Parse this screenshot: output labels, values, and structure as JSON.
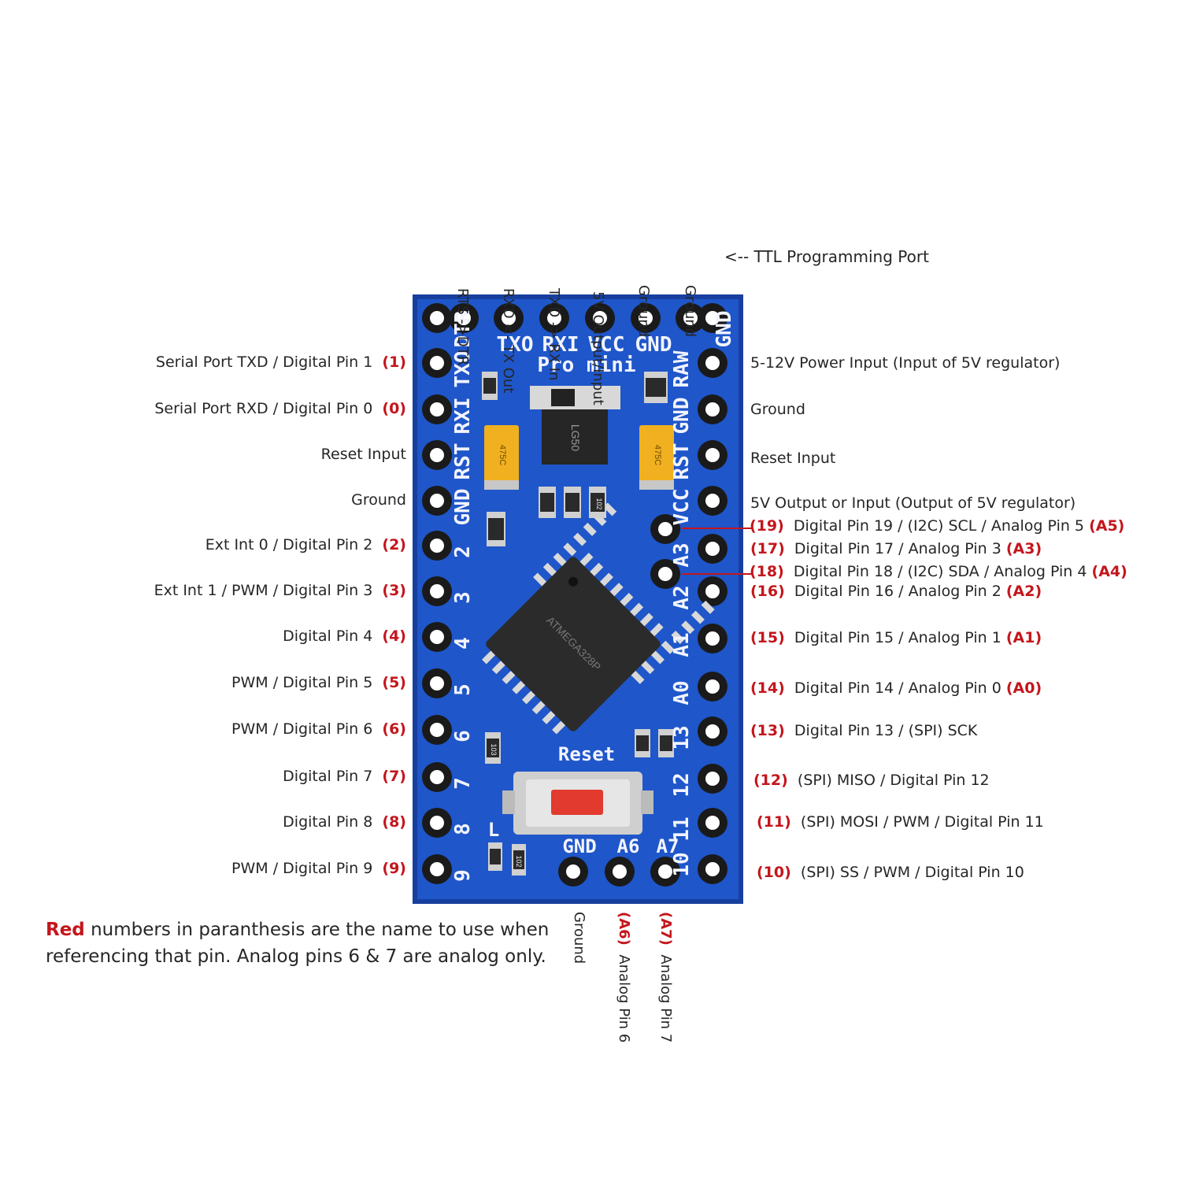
{
  "top_labels": [
    "RTS ->DTR",
    "RXD <- TX Out",
    "TXD -> RX In",
    "5V Output/Input",
    "Ground",
    "Ground"
  ],
  "ttl_port": "<-- TTL Programming Port",
  "bottom_labels": [
    {
      "red": "",
      "text": "Ground"
    },
    {
      "red": "(A6)",
      "text": "Analog Pin 6"
    },
    {
      "red": "(A7)",
      "text": "Analog Pin 7"
    }
  ],
  "left_labels": [
    {
      "text": "Serial Port TXD  / Digital Pin 1",
      "red": "(1)"
    },
    {
      "text": "Serial Port RXD / Digital Pin 0",
      "red": "(0)"
    },
    {
      "text": "Reset Input",
      "red": ""
    },
    {
      "text": "Ground",
      "red": ""
    },
    {
      "text": "Ext Int 0 / Digital Pin 2",
      "red": "(2)"
    },
    {
      "text": "Ext Int 1 / PWM / Digital Pin 3",
      "red": "(3)"
    },
    {
      "text": "Digital Pin 4",
      "red": "(4)"
    },
    {
      "text": "PWM / Digital Pin 5",
      "red": "(5)"
    },
    {
      "text": "PWM / Digital Pin 6",
      "red": "(6)"
    },
    {
      "text": "Digital Pin 7",
      "red": "(7)"
    },
    {
      "text": "Digital Pin 8",
      "red": "(8)"
    },
    {
      "text": "PWM  / Digital Pin 9",
      "red": "(9)"
    }
  ],
  "right_labels": [
    {
      "pre": "",
      "text": "5-12V Power Input (Input of 5V regulator)",
      "post": ""
    },
    {
      "pre": "",
      "text": "Ground",
      "post": ""
    },
    {
      "pre": "",
      "text": "Reset Input",
      "post": ""
    },
    {
      "pre": "",
      "text": "5V Output or Input (Output of 5V regulator)",
      "post": ""
    },
    {
      "pre": "(19)",
      "text": "Digital Pin 19 / (I2C) SCL / Analog Pin 5",
      "post": "(A5)"
    },
    {
      "pre": "(17)",
      "text": "Digital Pin 17 / Analog Pin 3",
      "post": "(A3)"
    },
    {
      "pre": "(18)",
      "text": "Digital Pin 18 / (I2C) SDA / Analog Pin 4",
      "post": "(A4)"
    },
    {
      "pre": "(16)",
      "text": "Digital Pin 16 / Analog Pin 2",
      "post": "(A2)"
    },
    {
      "pre": "(15)",
      "text": "Digital Pin 15 / Analog Pin 1",
      "post": "(A1)"
    },
    {
      "pre": "(14)",
      "text": "Digital Pin 14 / Analog Pin 0",
      "post": "(A0)"
    },
    {
      "pre": "(13)",
      "text": "Digital Pin 13 / (SPI) SCK",
      "post": ""
    },
    {
      "pre": "(12)",
      "text": "(SPI) MISO / Digital Pin 12",
      "post": ""
    },
    {
      "pre": "(11)",
      "text": "(SPI) MOSI / PWM  / Digital Pin 11",
      "post": ""
    },
    {
      "pre": "(10)",
      "text": "(SPI) SS / PWM  / Digital Pin 10",
      "post": ""
    }
  ],
  "note": {
    "red": "Red",
    "line1": " numbers in paranthesis are the name to use when",
    "line2": "referencing that pin.  Analog pins 6 & 7 are analog only."
  },
  "board": {
    "name": "Pro mini",
    "top_silk": [
      "TXO",
      "RXI",
      "VCC",
      "GND"
    ],
    "left_silk": [
      "DTR",
      "TXO",
      "RXI",
      "RST",
      "GND",
      "2",
      "3",
      "4",
      "5",
      "6",
      "7",
      "8",
      "9"
    ],
    "right_silk": [
      "GND",
      "RAW",
      "GND",
      "RST",
      "VCC",
      "A3",
      "A2",
      "A1",
      "A0",
      "13",
      "12",
      "11",
      "10"
    ],
    "bottom_silk": [
      "GND",
      "A6",
      "A7"
    ],
    "reset_label": "Reset",
    "led_label": "L",
    "reg_marking": "LG50",
    "chip_marking": "ATMEGA328P",
    "cap_marking": "475C",
    "res_marking": "102",
    "res_marking2": "103",
    "colors": {
      "pcb": "#1f56c9",
      "pcb_edge": "#173f9e",
      "pad": "#1a1a1a",
      "silk": "#f2f4ff",
      "tantalum": "#f0b020",
      "accent_red": "#c4161c",
      "button": "#e23a2e"
    }
  }
}
